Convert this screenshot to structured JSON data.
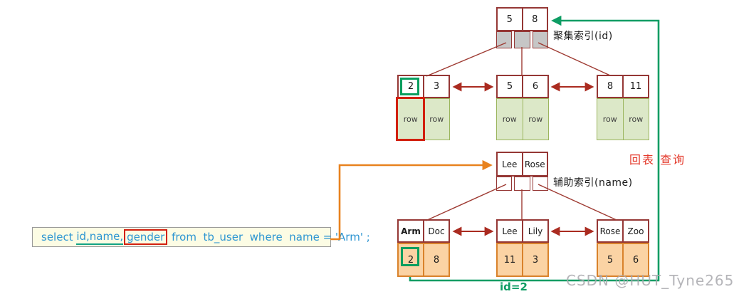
{
  "clustered_index": {
    "label": "聚集索引(id)",
    "root": {
      "keys": [
        "5",
        "8"
      ]
    },
    "leaves": [
      {
        "keys": [
          "2",
          "3"
        ],
        "rows": [
          "row",
          "row"
        ]
      },
      {
        "keys": [
          "5",
          "6"
        ],
        "rows": [
          "row",
          "row"
        ]
      },
      {
        "keys": [
          "8",
          "11"
        ],
        "rows": [
          "row",
          "row"
        ]
      }
    ]
  },
  "secondary_index": {
    "label": "辅助索引(name)",
    "root": {
      "keys": [
        "Lee",
        "Rose"
      ]
    },
    "leaves": [
      {
        "keys": [
          "Arm",
          "Doc"
        ],
        "values": [
          "2",
          "8"
        ]
      },
      {
        "keys": [
          "Lee",
          "Lily"
        ],
        "values": [
          "11",
          "3"
        ]
      },
      {
        "keys": [
          "Rose",
          "Zoo"
        ],
        "values": [
          "5",
          "6"
        ]
      }
    ]
  },
  "sql": {
    "prefix": "select ",
    "underlined": "id,name,",
    "boxed": "gender",
    "suffix": " from  tb_user  where  name = 'Arm' ;"
  },
  "annotations": {
    "back_table_query": "回表 查询",
    "id_equals": "id=2",
    "watermark": "CSDN @HUT_Tyne265"
  },
  "colors": {
    "node_border": "#953735",
    "arrow_red": "#AA2B20",
    "row_fill": "#DCE8C8",
    "row_border": "#9BB55E",
    "pointer_fill": "#C6C6C6",
    "value_fill": "#FBD3A4",
    "value_border": "#D9822B",
    "highlight_green": "#0B9E5F",
    "highlight_red": "#D2200E",
    "connector_green": "#0E9D64",
    "connector_orange": "#E8821E",
    "sql_text": "#2C95D2",
    "sql_bg": "#FCFCE4",
    "label_red": "#E4392B"
  }
}
